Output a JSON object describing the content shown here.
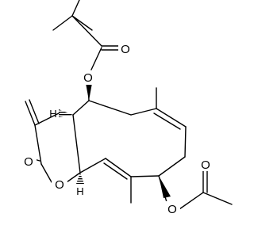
{
  "structure": {
    "atoms": {
      "o_ester1": "O",
      "o_carbonyl1": "O",
      "o_lactone_carbonyl": "O",
      "o_ring": "O",
      "o_ester2": "O",
      "o_carbonyl2": "O",
      "h_top": "H",
      "h_bottom": "H"
    }
  }
}
